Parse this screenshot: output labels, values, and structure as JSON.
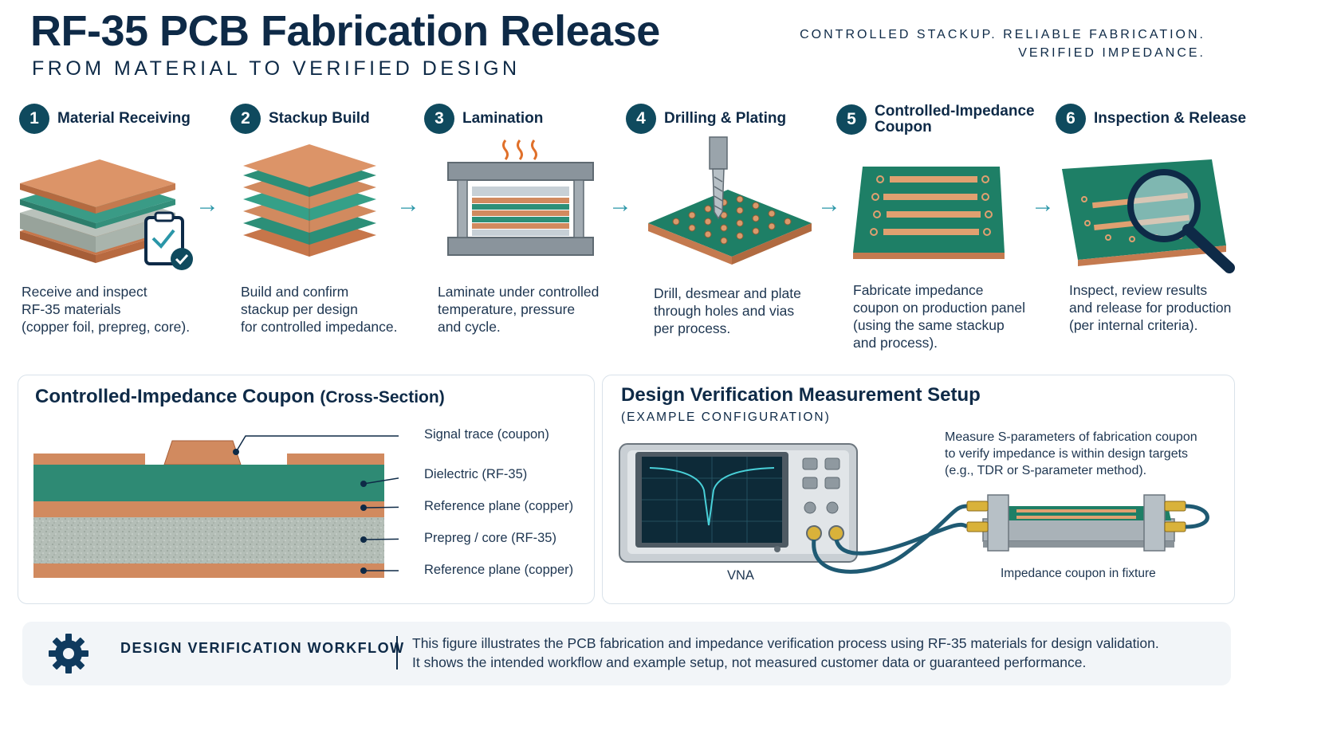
{
  "header": {
    "title": "RF-35 PCB Fabrication Release",
    "subtitle": "FROM MATERIAL TO VERIFIED DESIGN",
    "tagline_line1": "CONTROLLED STACKUP. RELIABLE FABRICATION.",
    "tagline_line2": "VERIFIED IMPEDANCE."
  },
  "steps": [
    {
      "num": "1",
      "title": "Material Receiving",
      "desc": "Receive and inspect\nRF-35 materials\n(copper foil, prepreg, core)."
    },
    {
      "num": "2",
      "title": "Stackup Build",
      "desc": "Build and confirm\nstackup per design\nfor controlled impedance."
    },
    {
      "num": "3",
      "title": "Lamination",
      "desc": "Laminate under controlled\ntemperature, pressure\nand cycle."
    },
    {
      "num": "4",
      "title": "Drilling & Plating",
      "desc": "Drill, desmear and plate\nthrough holes and vias\nper process."
    },
    {
      "num": "5",
      "title": "Controlled-Impedance\nCoupon",
      "desc": "Fabricate impedance\ncoupon on production panel\n(using the same stackup\nand process)."
    },
    {
      "num": "6",
      "title": "Inspection & Release",
      "desc": "Inspect, review results\nand release for production\n(per internal criteria)."
    }
  ],
  "arrow_glyph": "→",
  "cross_section": {
    "title": "Controlled-Impedance Coupon",
    "title_sub": "(Cross-Section)",
    "labels": [
      "Signal trace (coupon)",
      "Dielectric (RF-35)",
      "Reference plane (copper)",
      "Prepreg / core (RF-35)",
      "Reference plane (copper)"
    ]
  },
  "measurement": {
    "title": "Design Verification Measurement Setup",
    "subtitle": "(EXAMPLE CONFIGURATION)",
    "note": "Measure S-parameters of fabrication coupon\nto verify impedance is within design targets\n(e.g., TDR or S-parameter method).",
    "vna_label": "VNA",
    "fixture_label": "Impedance coupon in fixture"
  },
  "footer": {
    "heading": "DESIGN VERIFICATION WORKFLOW",
    "text": "This figure illustrates the PCB fabrication and impedance verification process using RF-35 materials for design validation.\nIt shows the intended workflow and example setup, not measured customer data or guaranteed performance."
  },
  "colors": {
    "navy": "#0e2a47",
    "teal_badge": "#0f4a5e",
    "arrow_teal": "#2a96a8",
    "copper": "#d4875a",
    "pcb_green": "#1e7f66",
    "dielectric": "#3a9b86",
    "prepreg": "#a9b7ad"
  },
  "icons": [
    "clipboard-check-icon",
    "heat-icon",
    "drill-icon",
    "magnifier-icon",
    "gear-icon"
  ]
}
